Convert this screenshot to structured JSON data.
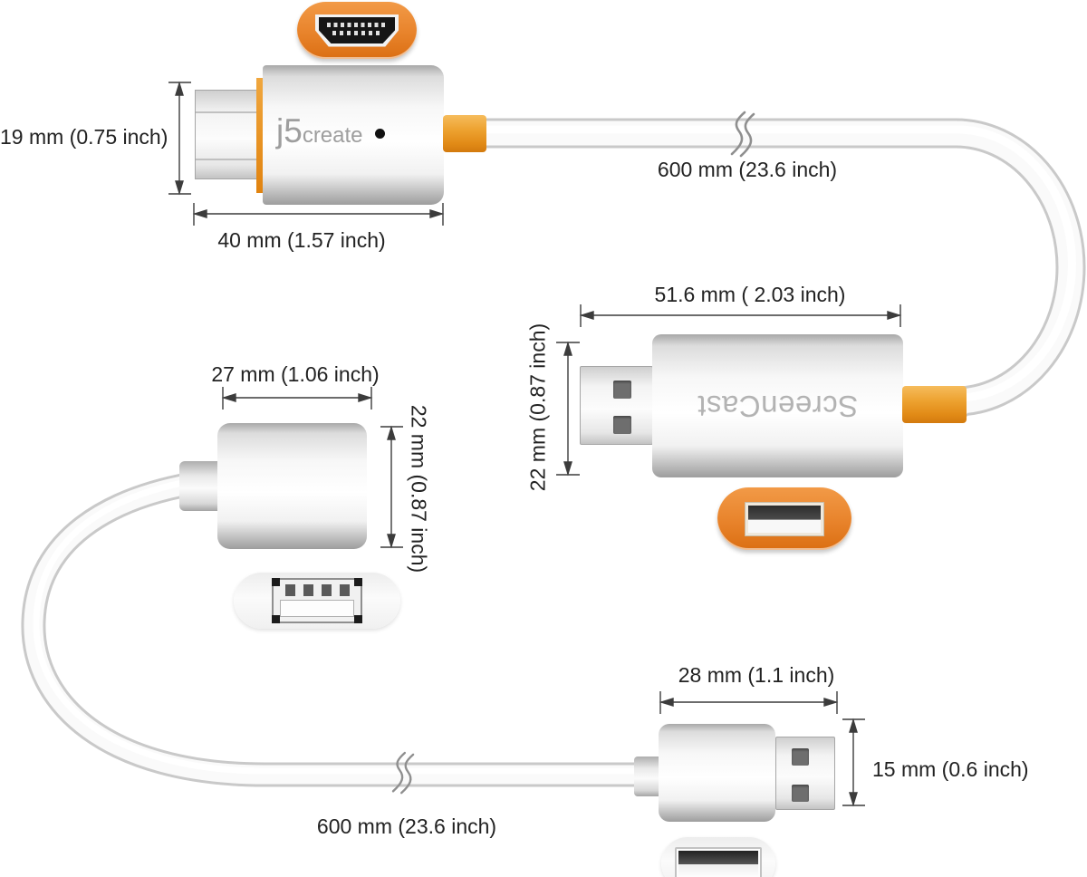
{
  "branding": {
    "logo_main": "j5",
    "logo_suffix": "create",
    "device_name": "ScreenCast"
  },
  "labels": {
    "hdmi_height": "19 mm (0.75 inch)",
    "hdmi_width": "40 mm (1.57 inch)",
    "top_cable_length": "600 mm (23.6 inch)",
    "screencast_width": "51.6 mm ( 2.03 inch)",
    "screencast_height": "22 mm (0.87 inch)",
    "adapter_width": "27 mm (1.06 inch)",
    "adapter_height": "22 mm (0.87 inch)",
    "usb_plug_width": "28 mm (1.1 inch)",
    "usb_plug_height": "15 mm (0.6 inch)",
    "bottom_cable_length": "600 mm (23.6 inch)"
  },
  "colors": {
    "accent_orange": "#E8832B",
    "strain_relief_orange": "#EDA230",
    "cable_white": "#FAFAFA",
    "dimension_line": "#3C3C3C",
    "label_text": "#222222",
    "logo_gray": "#9E9E9E",
    "device_name_gray": "#B3B3B3"
  }
}
